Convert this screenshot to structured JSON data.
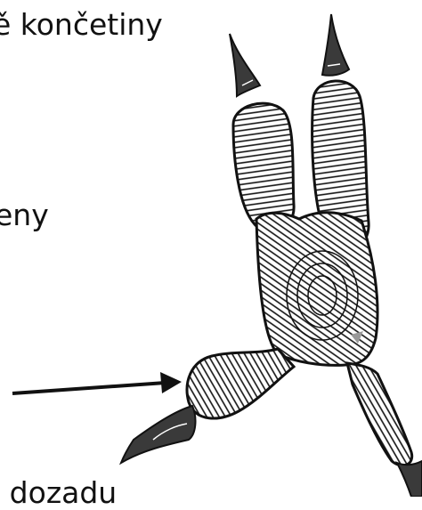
{
  "labels": {
    "top": "ě končetiny",
    "middle": "eny",
    "bottom": "o dozadu"
  },
  "icons": [
    "arrow-right-icon",
    "bird-foot-illustration"
  ],
  "colors": {
    "ink": "#111111",
    "background": "#ffffff",
    "claw_shade": "#3a3a3a"
  }
}
